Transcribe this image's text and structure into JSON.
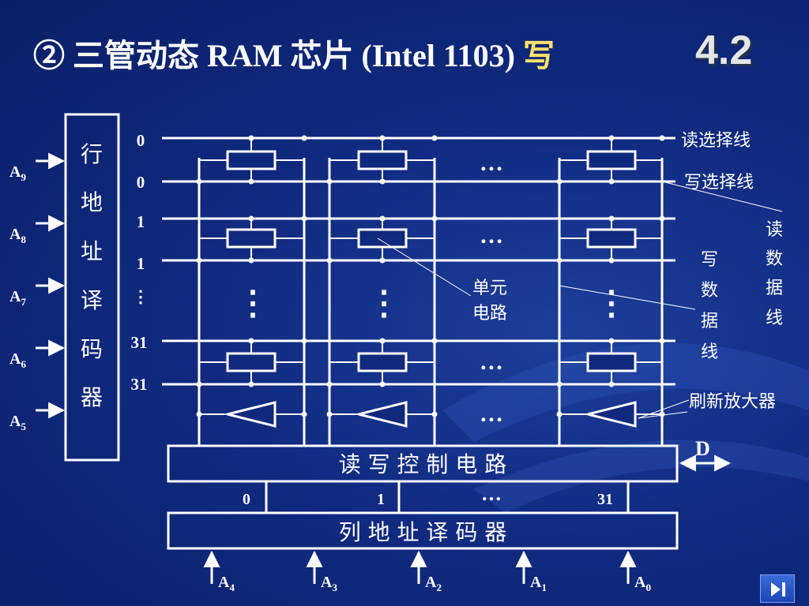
{
  "slide": {
    "title_prefix": "② 三管动态 RAM 芯片 (Intel 1103) ",
    "title_highlight": "写",
    "section_number": "4.2"
  },
  "row_decoder": {
    "chars": [
      "行",
      "地",
      "址",
      "译",
      "码",
      "器"
    ],
    "inputs": [
      "A",
      "A",
      "A",
      "A",
      "A"
    ],
    "input_subs": [
      "9",
      "8",
      "7",
      "6",
      "5"
    ]
  },
  "row_numbers": [
    "0",
    "0",
    "1",
    "1",
    "⋮",
    "31",
    "31"
  ],
  "labels": {
    "read_select": "读选择线",
    "write_select": "写选择线",
    "read_data": [
      "读",
      "数",
      "据",
      "线"
    ],
    "write_data": [
      "写",
      "数",
      "据",
      "线"
    ],
    "cell": [
      "单元",
      "电路"
    ],
    "refresh_amp": "刷新放大器",
    "d_line": "D"
  },
  "rw_control": {
    "label": "读 写 控 制 电 路"
  },
  "col_numbers": [
    "0",
    "1",
    "…",
    "31"
  ],
  "col_decoder": {
    "label": "列 地 址 译 码 器",
    "inputs": [
      "A",
      "A",
      "A",
      "A",
      "A"
    ],
    "input_subs": [
      "4",
      "3",
      "2",
      "1",
      "0"
    ]
  },
  "ellipsis_h": "…",
  "ellipsis_v": "⋮"
}
